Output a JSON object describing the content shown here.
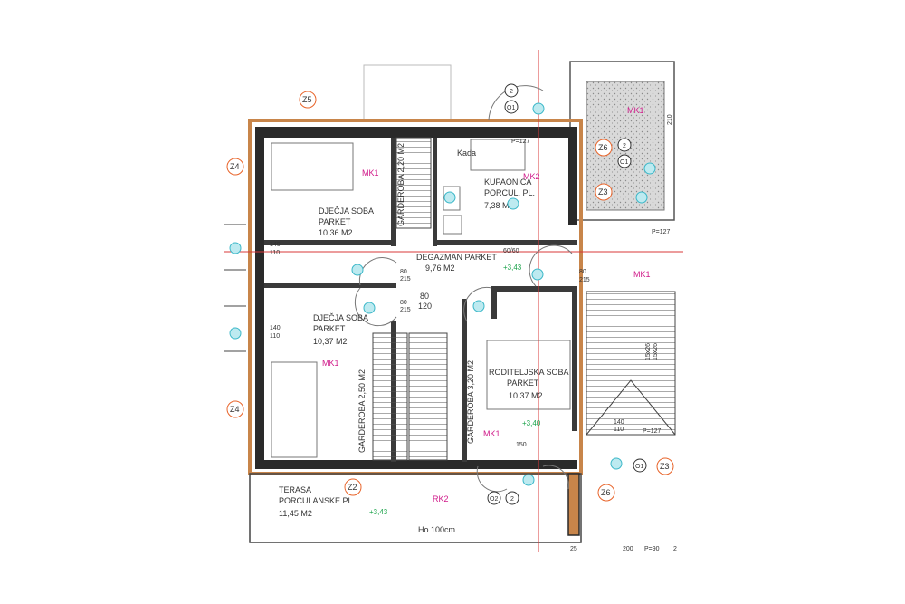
{
  "rooms": {
    "room1": {
      "name": "DJEČJA SOBA",
      "floor": "PARKET",
      "area": "10,36  M2"
    },
    "room2": {
      "name": "DJEČJA SOBA",
      "floor": "PARKET",
      "area": "10,37  M2"
    },
    "bath": {
      "name": "KUPAONICA",
      "floor": "PORCUL. PL.",
      "area": "7,38 M2"
    },
    "hall": {
      "name": "DEGAZMAN PARKET",
      "area": "9,76 M2"
    },
    "master": {
      "name": "RODITELJSKA SOBA",
      "floor": "PARKET",
      "area": "10,37  M2"
    },
    "terrace": {
      "name": "TERASA",
      "floor": "PORCULANSKE PL.",
      "area": "11,45  M2"
    },
    "ward1": "GARDEROBA 2,20 M2",
    "ward2": "GARDEROBA 2,50 M2",
    "ward3": "GARDEROBA 3,20 M2",
    "kada": "Kada"
  },
  "level_marks": {
    "hall": "+3,43",
    "master": "+3,40",
    "terrace": "+3,43"
  },
  "railing": "Ho.100cm",
  "tags": {
    "z5_top": "Z5",
    "z4_top": "Z4",
    "z4_bottom": "Z4",
    "z2": "Z2",
    "z3_mid": "Z3",
    "z3_right": "Z3",
    "z6_top": "Z6",
    "z6_bottom": "Z6",
    "o1_top": "O1",
    "o1_right": "O1",
    "o1_bottom": "O1",
    "o2_bottom": "O2",
    "n2_top": "2",
    "n2_bottom": "2",
    "n2_right": "2",
    "mk1_room1": "MK1",
    "mk1_room2": "MK1",
    "mk1_master": "MK1",
    "mk1_stair": "MK1",
    "mk1_top": "MK1",
    "mk2_bath": "MK2",
    "rk2_terrace": "RK2"
  },
  "dims": {
    "d210": "210",
    "w140_top": "140",
    "w110_top": "110",
    "w140_bot": "140",
    "w110_bot": "110",
    "door80": "80",
    "door215": "215",
    "door80_b": "80",
    "door215_b": "215",
    "door80_c": "80",
    "door215_c": "215",
    "win80": "80",
    "win120": "120",
    "stair1": "15x26",
    "stair2": "15x26",
    "winbath": "60/60",
    "pv127a": "P=127",
    "pv127b": "P=127",
    "pv127c": "P=127",
    "h140": "140",
    "h110": "110",
    "v150": "150",
    "bottom25": "25",
    "bottom200": "200",
    "pv90": "P=90",
    "last": "2"
  },
  "colors": {
    "wall": "#2a2a2a",
    "insulation": "#c8854a",
    "pink": "#d01a8a",
    "green": "#1aa34a",
    "tag_circle": "#e8642a",
    "axis": "#d9383a",
    "cyan": "#3ab7c8"
  }
}
